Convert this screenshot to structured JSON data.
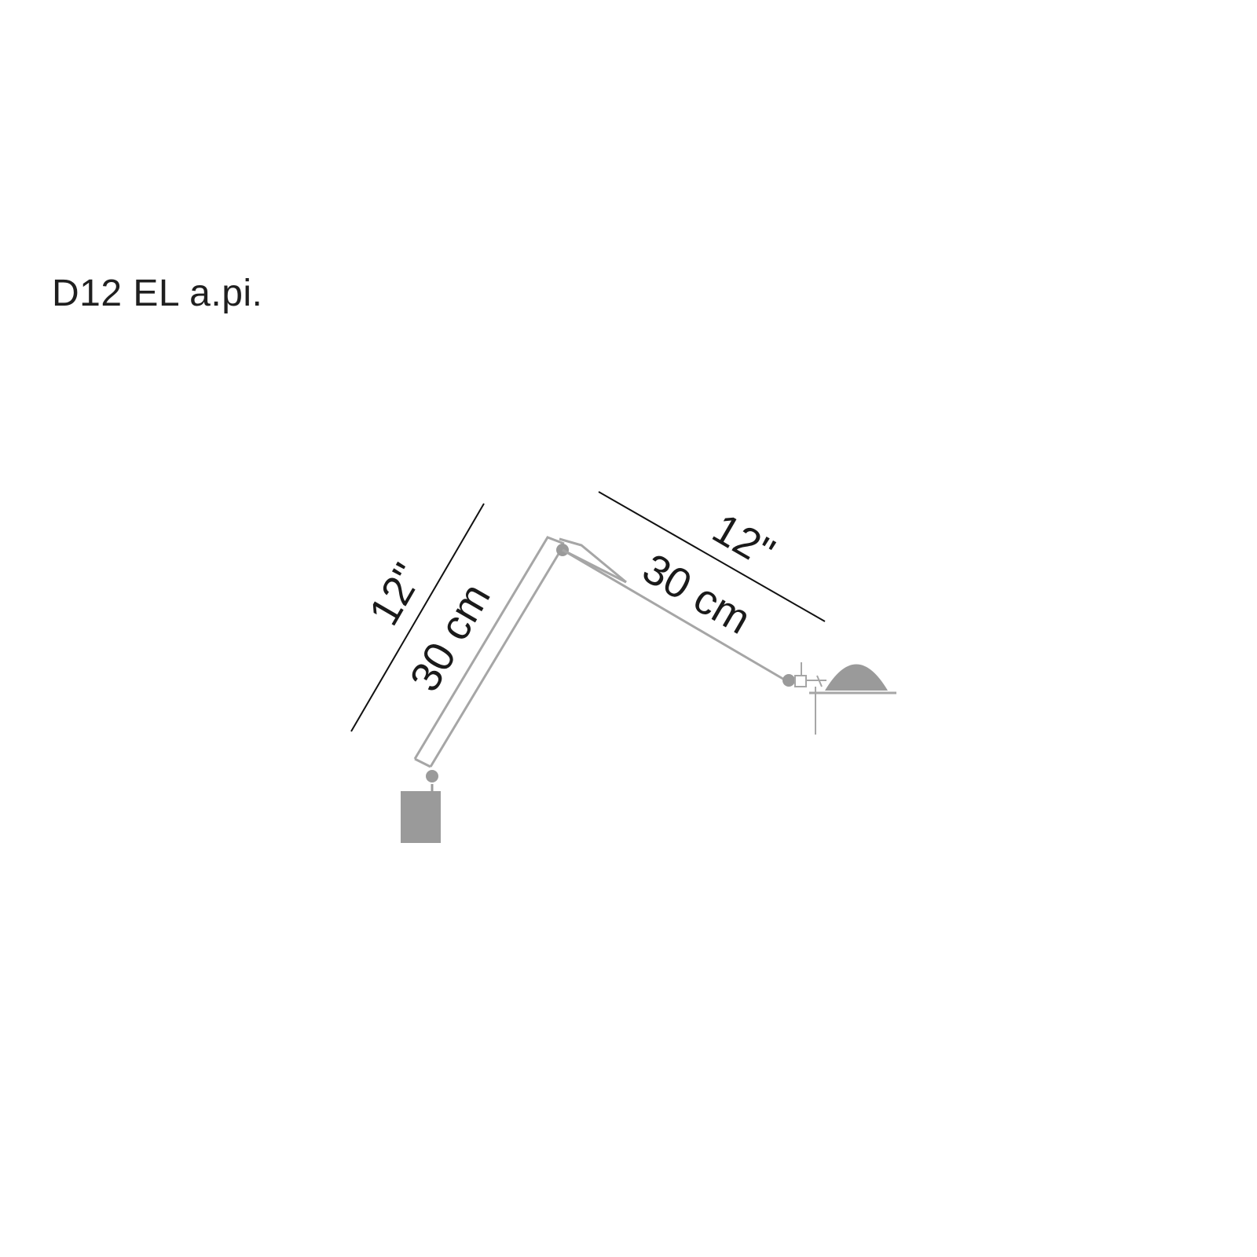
{
  "diagram": {
    "title": "D12 EL a.pi.",
    "lower_arm": {
      "imperial_label": "12\"",
      "metric_label": "30 cm"
    },
    "upper_arm": {
      "imperial_label": "12\"",
      "metric_label": "30 cm"
    },
    "colors": {
      "text": "#1a1a1a",
      "dimension_line": "#111111",
      "lamp_body": "#9a9a9a",
      "lamp_outline": "#a6a6a6"
    }
  }
}
